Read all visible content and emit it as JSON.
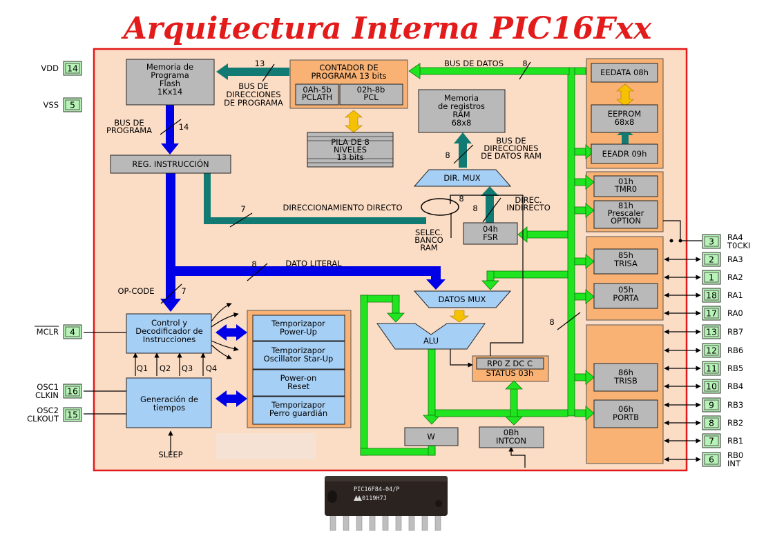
{
  "title": "Arquitectura Interna PIC16Fxx",
  "colors": {
    "title": "#e31b1b",
    "board_fill": "#fbdcc4",
    "board_border": "#e41818",
    "block_grey": "#b9b9b9",
    "block_blue": "#a6cff5",
    "block_orange": "#f9b274",
    "data_bus": "#1fe41f",
    "program_bus": "#0000e6",
    "address_bus": "#117a73",
    "internal_arrow": "#f6c100",
    "pin_box": "#b7f2b7"
  },
  "blocks": {
    "flash": [
      "Memoria de",
      "Programa",
      "Flash",
      "1Kx14"
    ],
    "pc_title": [
      "CONTADOR DE",
      "PROGRAMA 13 bits"
    ],
    "pclath": [
      "0Ah-5b",
      "PCLATH"
    ],
    "pcl": [
      "02h-8b",
      "PCL"
    ],
    "stack": [
      "PILA DE 8",
      "NIVELES",
      "13 bits"
    ],
    "ram": [
      "Memoria",
      "de registros",
      "RAM",
      "68x8"
    ],
    "eedata": "EEDATA 08h",
    "eeprom": [
      "EEPROM",
      "68x8"
    ],
    "eeadr": "EEADR 09h",
    "tmr0": [
      "01h",
      "TMR0"
    ],
    "option": [
      "81h",
      "Prescaler",
      "OPTION"
    ],
    "trisa": [
      "85h",
      "TRISA"
    ],
    "porta": [
      "05h",
      "PORTA"
    ],
    "trisb": [
      "86h",
      "TRISB"
    ],
    "portb": [
      "06h",
      "PORTB"
    ],
    "ir": "REG. INSTRUCCIÓN",
    "dirmux": "DIR. MUX",
    "fsr": [
      "04h",
      "FSR"
    ],
    "datamux": "DATOS MUX",
    "alu": "ALU",
    "status": [
      "RP0 Z DC C",
      "STATUS 03h"
    ],
    "w": "W",
    "intcon": [
      "0Bh",
      "INTCON"
    ],
    "control": [
      "Control y",
      "Decodificador de",
      "Instrucciones"
    ],
    "timing": [
      "Generación de",
      "tiempos"
    ],
    "timers": [
      [
        "Temporizapor",
        "Power-Up"
      ],
      [
        "Temporizapor",
        "Oscillator Star-Up"
      ],
      [
        "Power-on",
        "Reset"
      ],
      [
        "Temporizapor",
        "Perro guardián"
      ]
    ]
  },
  "labels": {
    "bus_datos": "BUS DE DATOS",
    "bus_datos_width": "8",
    "bus_dir_prog": [
      "BUS DE",
      "DIRECCIONES",
      "DE PROGRAMA"
    ],
    "bus_dir_prog_width": "13",
    "bus_programa": [
      "BUS DE",
      "PROGRAMA"
    ],
    "bus_programa_width": "14",
    "bus_dir_ram": [
      "BUS DE",
      "DIRECCIONES",
      "DE DATOS RAM"
    ],
    "bus_dir_ram_width": "8",
    "direc_directo": "DIRECCIONAMIENTO DIRECTO",
    "direc_directo_width": "7",
    "direc_indirecto": [
      "DIREC.",
      "INDIRECTO"
    ],
    "direc_indirecto_width": "8",
    "dirmux_width": "8",
    "selec_banco": [
      "SELEC.",
      "BANCO",
      "RAM"
    ],
    "dato_literal": "DATO LITERAL",
    "dato_literal_width": "8",
    "opcode": "OP-CODE",
    "opcode_width": "7",
    "ports_bus_width": "8",
    "q1": "Q1",
    "q2": "Q2",
    "q3": "Q3",
    "q4": "Q4",
    "sleep": "SLEEP"
  },
  "left_pins": [
    {
      "name": [
        "VDD"
      ],
      "num": "14"
    },
    {
      "name": [
        "VSS"
      ],
      "num": "5"
    },
    {
      "name": [
        "MCLR"
      ],
      "num": "4"
    },
    {
      "name": [
        "OSC1",
        "CLKIN"
      ],
      "num": "16"
    },
    {
      "name": [
        "OSC2",
        "CLKOUT"
      ],
      "num": "15"
    }
  ],
  "right_pins": [
    {
      "num": "3",
      "name": [
        "RA4",
        "T0CKI"
      ]
    },
    {
      "num": "2",
      "name": [
        "RA3"
      ]
    },
    {
      "num": "1",
      "name": [
        "RA2"
      ]
    },
    {
      "num": "18",
      "name": [
        "RA1"
      ]
    },
    {
      "num": "17",
      "name": [
        "RA0"
      ]
    },
    {
      "num": "13",
      "name": [
        "RB7"
      ]
    },
    {
      "num": "12",
      "name": [
        "RB6"
      ]
    },
    {
      "num": "11",
      "name": [
        "RB5"
      ]
    },
    {
      "num": "10",
      "name": [
        "RB4"
      ]
    },
    {
      "num": "9",
      "name": [
        "RB3"
      ]
    },
    {
      "num": "8",
      "name": [
        "RB2"
      ]
    },
    {
      "num": "7",
      "name": [
        "RB1"
      ]
    },
    {
      "num": "6",
      "name": [
        "RB0",
        "INT"
      ]
    }
  ],
  "chip_photo": {
    "line1": "PIC16F84-04/P",
    "line2": "0119H7J"
  }
}
